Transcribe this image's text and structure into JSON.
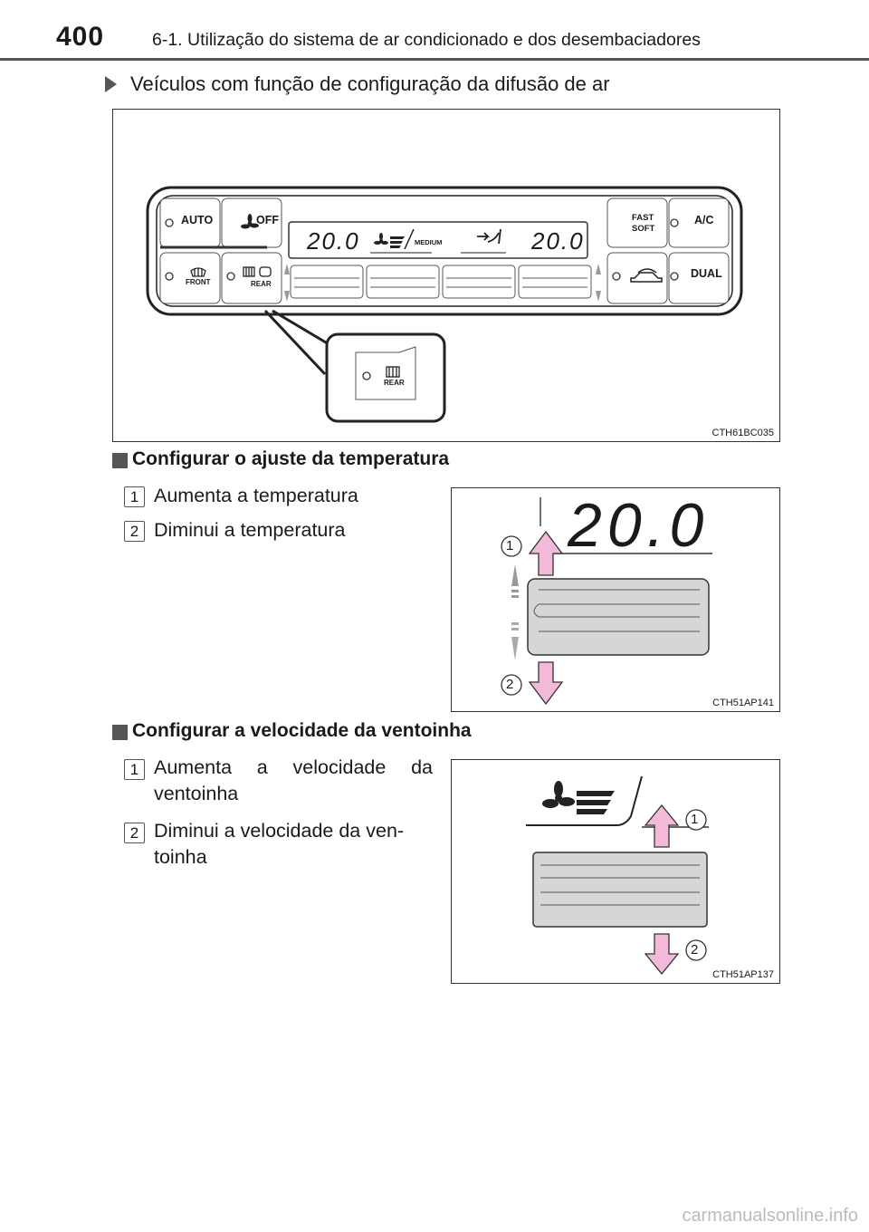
{
  "header": {
    "page_number": "400",
    "chapter_title": "6-1. Utilização do sistema de ar condicionado e dos desembaciadores"
  },
  "subsection": {
    "title": "Veículos com função de configuração da difusão de ar"
  },
  "figure1": {
    "code": "CTH61BC035",
    "buttons": {
      "auto": "AUTO",
      "off": "OFF",
      "fast_soft": [
        "FAST",
        "SOFT"
      ],
      "ac": "A/C",
      "front": "FRONT",
      "rear": "REAR",
      "dual": "DUAL"
    },
    "display": {
      "temp_left": "20.0",
      "temp_right": "20.0",
      "fan_mode": "MEDIUM"
    },
    "zoom_label": "REAR"
  },
  "section_temperature": {
    "title": "Configurar o ajuste da temperatura",
    "items": [
      {
        "num": "1",
        "text": "Aumenta a temperatura"
      },
      {
        "num": "2",
        "text": "Diminui a temperatura"
      }
    ],
    "figure": {
      "code": "CTH51AP141",
      "display_temp": "20.0",
      "callouts": [
        "1",
        "2"
      ]
    }
  },
  "section_fan": {
    "title": "Configurar a velocidade da ventoinha",
    "items": [
      {
        "num": "1",
        "lines": [
          "Aumenta a velocidade da",
          "ventoinha"
        ]
      },
      {
        "num": "2",
        "lines": [
          "Diminui a velocidade da ven-",
          "toinha"
        ]
      }
    ],
    "figure": {
      "code": "CTH51AP137",
      "callouts": [
        "1",
        "2"
      ]
    }
  },
  "watermark": "carmanualsonline.info",
  "colors": {
    "arrow_fill": "#f3b9d9",
    "panel_gray": "#d9d9d9",
    "rule": "#555555"
  }
}
